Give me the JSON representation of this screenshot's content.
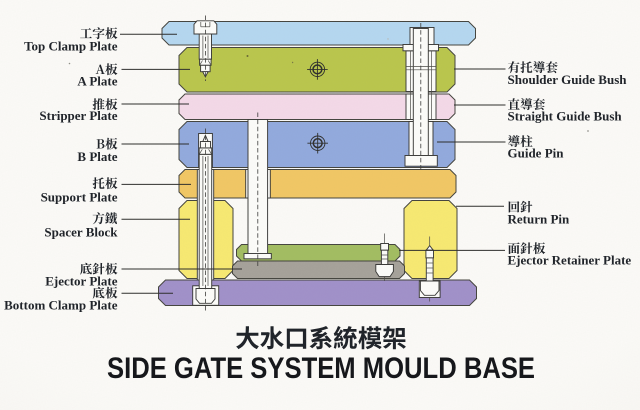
{
  "title": {
    "zh": "大水口系統模架",
    "en": "SIDE GATE SYSTEM MOULD BASE"
  },
  "labels_left": [
    {
      "zh": "工字板",
      "en": "Top Clamp Plate"
    },
    {
      "zh": "A板",
      "en": "A Plate"
    },
    {
      "zh": "推板",
      "en": "Stripper Plate"
    },
    {
      "zh": "B板",
      "en": "B Plate"
    },
    {
      "zh": "托板",
      "en": "Support Plate"
    },
    {
      "zh": "方鐵",
      "en": "Spacer Block"
    },
    {
      "zh": "底針板",
      "en": "Ejector Plate"
    },
    {
      "zh": "底板",
      "en": "Bottom Clamp Plate"
    }
  ],
  "labels_right": [
    {
      "zh": "有托導套",
      "en": "Shoulder Guide Bush"
    },
    {
      "zh": "直導套",
      "en": "Straight Guide Bush"
    },
    {
      "zh": "導柱",
      "en": "Guide Pin"
    },
    {
      "zh": "回針",
      "en": "Return Pin"
    },
    {
      "zh": "面針板",
      "en": "Ejector Retainer Plate"
    }
  ],
  "plates": [
    {
      "name": "Top Clamp Plate",
      "color": "#b5d7f0"
    },
    {
      "name": "A Plate",
      "color": "#bac64d"
    },
    {
      "name": "Stripper Plate",
      "color": "#f4d9e8"
    },
    {
      "name": "B Plate",
      "color": "#92aadd"
    },
    {
      "name": "Support Plate",
      "color": "#f1c765"
    },
    {
      "name": "Spacer Block",
      "color": "#f7e972"
    },
    {
      "name": "Ejector Retainer Plate",
      "color": "#a3bd62"
    },
    {
      "name": "Ejector Plate",
      "color": "#a6a29a"
    },
    {
      "name": "Bottom Clamp Plate",
      "color": "#a191c9"
    }
  ]
}
